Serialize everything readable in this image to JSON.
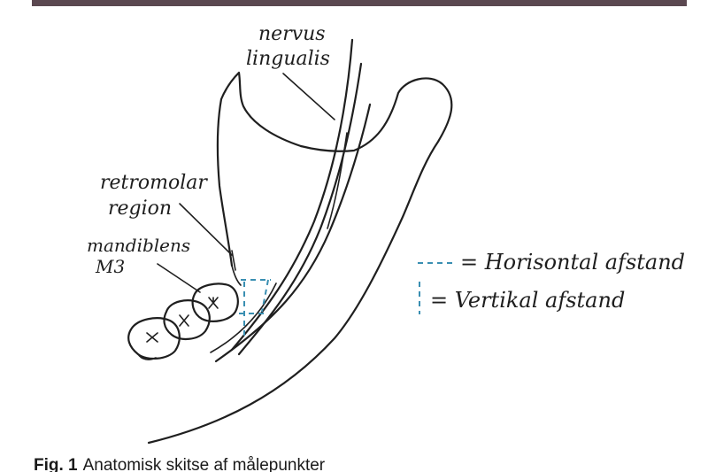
{
  "header": {
    "bar_color": "#5b4850"
  },
  "sketch": {
    "labels": {
      "nerve_line1": "nervus",
      "nerve_line2": "lingualis",
      "region_line1": "retromolar",
      "region_line2": "region",
      "tooth_line1": "mandiblens",
      "tooth_line2": "M3"
    },
    "legend": {
      "horizontal": "= Horisontal afstand",
      "vertical": "= Vertikal afstand"
    },
    "colors": {
      "ink": "#1f1f1f",
      "measure": "#3a8fb2"
    }
  },
  "caption": {
    "label": "Fig. 1",
    "text": "Anatomisk skitse af målepunkter"
  }
}
